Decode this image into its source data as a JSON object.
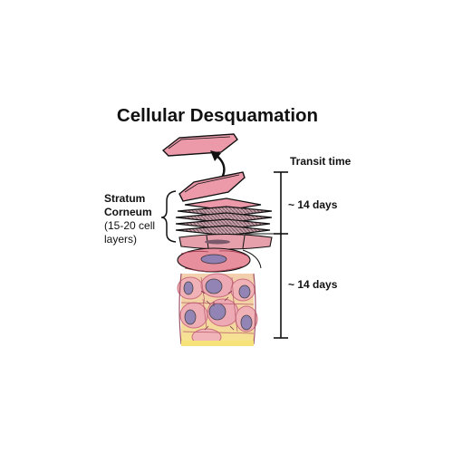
{
  "title": "Cellular Desquamation",
  "transit_time_label": "Transit time",
  "stratum_corneum": {
    "line1": "Stratum",
    "line2": "Corneum",
    "line3": "(15-20 cell",
    "line4": "layers)"
  },
  "upper_interval_label": "~ 14 days",
  "lower_interval_label": "~ 14 days",
  "colors": {
    "shed_cell_fill": "#ec9aaa",
    "corneocyte_stripe": "#8e6b76",
    "granular_cell": "#e89aa6",
    "nucleus": "#9385b8",
    "basal_bg": "#f4d8a8",
    "basal_bottom": "#f7e58a",
    "line": "#111111"
  }
}
